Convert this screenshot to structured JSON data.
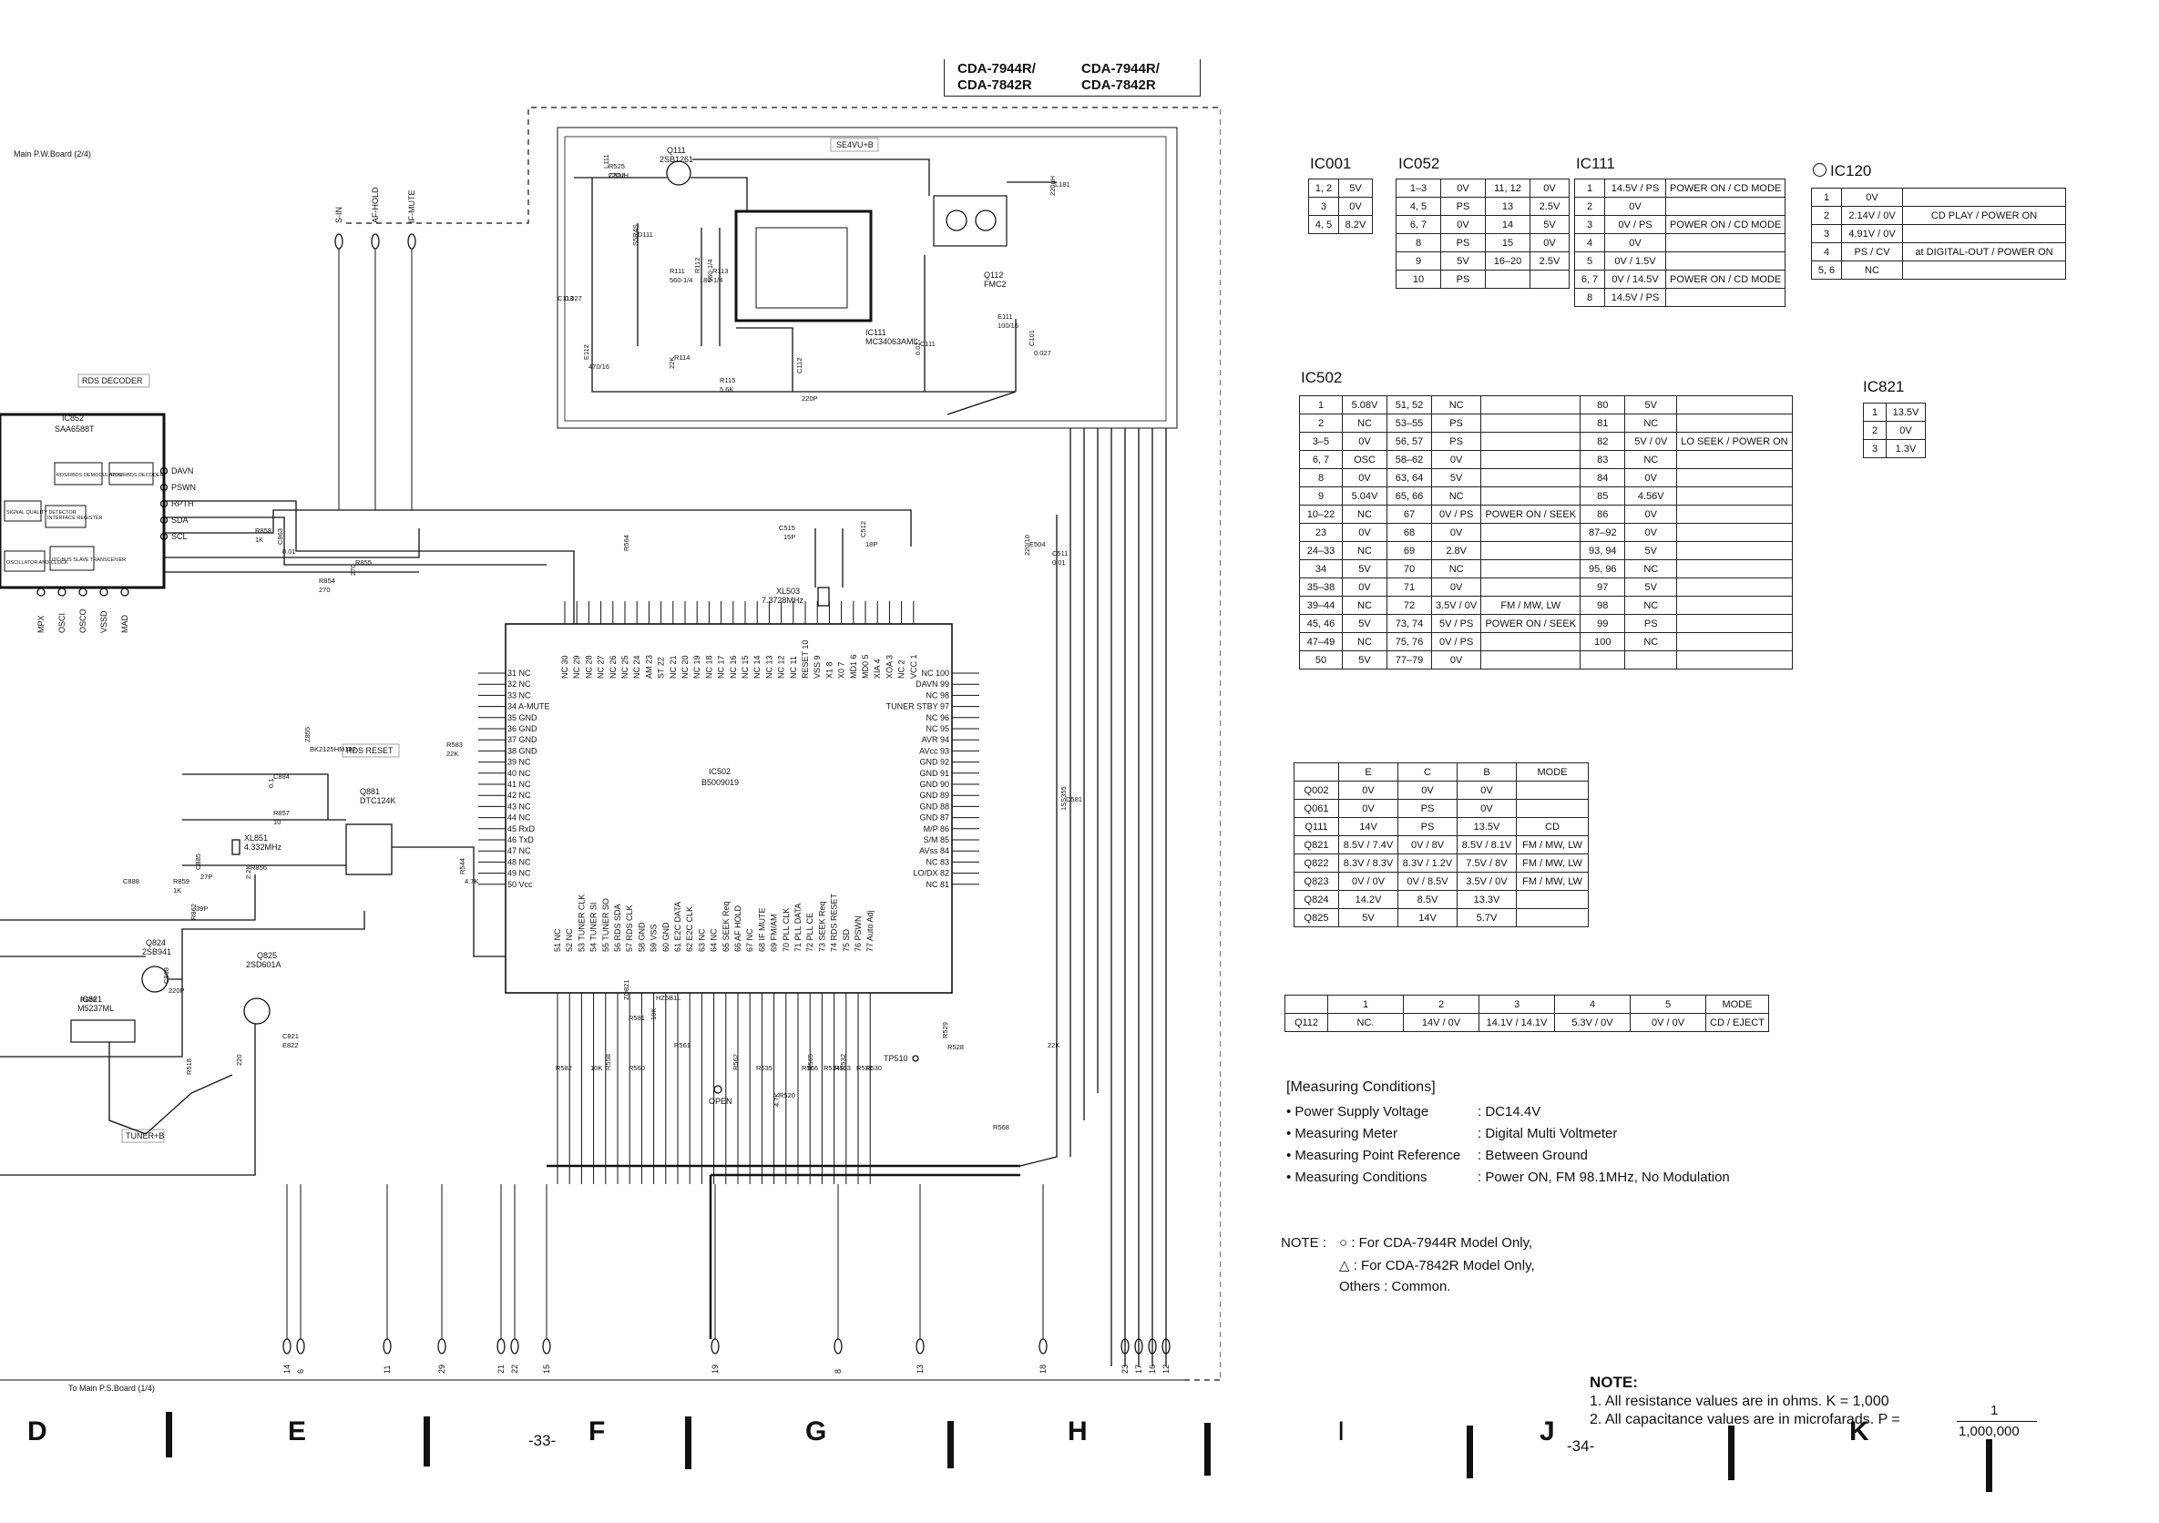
{
  "header": {
    "model_col1": [
      "CDA-7944R/",
      "CDA-7842R"
    ],
    "model_col2": [
      "CDA-7944R/",
      "CDA-7842R"
    ]
  },
  "schematic": {
    "main_board_label": "Main P.W.Board (2/4)",
    "bottom_board_label": "To Main P.S.Board (1/4)",
    "page_left": "-33-",
    "page_right": "-34-",
    "ic502_label": "IC502",
    "ic502_part": "B5009019",
    "ic852_label": "IC852",
    "ic852_part": "SAA6588T",
    "ic111_label": "IC111",
    "ic111_part": "MC34063AML",
    "ic821_label": "IC821",
    "ic821_part": "M5237ML",
    "rds_decoder": "RDS DECODER",
    "rds_reset": "RDS RESET",
    "sw_vu": "SE4VU+B",
    "tuner_b": "TUNER+B",
    "open": "OPEN",
    "tp510": "TP510",
    "q111": "Q111",
    "q111_part": "2SB1261",
    "q112": "Q112",
    "q112_part": "FMC2",
    "q824": "Q824",
    "q824_part": "2SB941",
    "q825": "Q825",
    "q825_part": "2SD601A",
    "q881": "Q881",
    "q881_part": "DTC124K",
    "xl503": "XL503",
    "xl503_freq": "7.3728MHz",
    "xl851": "XL851",
    "xl851_freq": "4.332MHz",
    "left_pins": [
      "31 NC",
      "32 NC",
      "33 NC",
      "34 A-MUTE",
      "35 GND",
      "36 GND",
      "37 GND",
      "38 GND",
      "39 NC",
      "40 NC",
      "41 NC",
      "42 NC",
      "43 NC",
      "44 NC",
      "45 RxD",
      "46 TxD",
      "47 NC",
      "48 NC",
      "49 NC",
      "50 Vcc"
    ],
    "right_pins": [
      "NC 100",
      "DAVN 99",
      "NC 98",
      "TUNER STBY 97",
      "NC 96",
      "NC 95",
      "AVR 94",
      "AVcc 93",
      "GND 92",
      "GND 91",
      "GND 90",
      "GND 89",
      "GND 88",
      "GND 87",
      "M/P 86",
      "S/M 85",
      "AVss 84",
      "NC 83",
      "LO/DX 82",
      "NC 81"
    ],
    "top_pins": [
      "NC 30",
      "NC 29",
      "NC 28",
      "NC 27",
      "NC 26",
      "NC 25",
      "NC 24",
      "AM 23",
      "ST 22",
      "NC 21",
      "NC 20",
      "NC 19",
      "NC 18",
      "NC 17",
      "NC 16",
      "NC 15",
      "NC 14",
      "NC 13",
      "NC 12",
      "NC 11",
      "RESET 10",
      "VSS 9",
      "X1 8",
      "X0 7",
      "MD1 6",
      "MD0 5",
      "XIA 4",
      "XOA 3",
      "NC 2",
      "VCC 1"
    ],
    "bottom_pins": [
      "51 NC",
      "52 NC",
      "53 TUNER CLK",
      "54 TUNER SI",
      "55 TUNER SO",
      "56 RDS SDA",
      "57 RDS CLK",
      "58 GND",
      "59 VSS",
      "60 GND",
      "61 E2C DATA",
      "62 E2C CLK",
      "63 NC",
      "64 NC",
      "65 SEEK Req",
      "66 AF HOLD",
      "67 NC",
      "68 IF MUTE",
      "69 FM/AM",
      "70 PLL CLK",
      "71 PLL DATA",
      "72 PLL CE",
      "73 SEEK Req",
      "74 RDS RESET",
      "75 SD",
      "76 PSWN",
      "77 Auto Adj"
    ],
    "bottom_connector_nums": [
      "14",
      "6",
      "11",
      "29",
      "21",
      "22",
      "15",
      "19",
      "8",
      "13",
      "18",
      "23",
      "17",
      "16",
      "12"
    ],
    "top_connector_nums": [
      "S-IN",
      "AF-HOLD",
      "IF-MUTE"
    ],
    "ic852_pins": [
      "DAVN",
      "PSWN",
      "RPTH",
      "SDA",
      "SCL"
    ],
    "ic852_blocks": [
      "SIGNAL QUALITY DETECTOR",
      "INTERFACE REGISTER",
      "OSCILLATOR AND CLOCK",
      "I2C-BUS SLAVE TRANSCEIVER",
      "RDS/RBDS DEMODULATOR",
      "RDS/RBDS DECODER"
    ],
    "ic852_bottom_labels": [
      "MPX",
      "OSCI",
      "OSCO",
      "VSSD",
      "MAD"
    ],
    "component_labels": [
      "L111",
      "220uH",
      "D111",
      "S5R4S",
      "R111",
      "560-1/4",
      "R112",
      "180-1/4",
      "R113",
      "560-1/4",
      "C113",
      "0.027",
      "E112",
      "470/16",
      "R114",
      "22K",
      "R115",
      "5.6K",
      "C112",
      "220P",
      "C111",
      "0.027",
      "E111",
      "100/16",
      "C101",
      "0.027",
      "L181",
      "220uH",
      "C515",
      "15P",
      "C512",
      "18P",
      "E504",
      "220/10",
      "C511",
      "0.01",
      "R564",
      "R583",
      "22K",
      "R544",
      "4.7K",
      "D581",
      "1SS355",
      "R858",
      "1K",
      "C863",
      "0.01",
      "R855",
      "270",
      "R854",
      "270",
      "Z855",
      "BK2125HM182",
      "C884",
      "0.1",
      "R857",
      "10",
      "C885",
      "27P",
      "R856",
      "2.2K",
      "C888",
      "39P",
      "R862",
      "R859",
      "1K",
      "C868",
      "220P",
      "R828",
      "220",
      "C821",
      "E822",
      "ZD821",
      "HZ5B1L",
      "R581",
      "10K",
      "R582",
      "10K",
      "R558",
      "R560",
      "R561",
      "R562",
      "R535",
      "R566",
      "R565",
      "R534",
      "R533",
      "R532",
      "R531",
      "R530",
      "R529",
      "R528",
      "R520",
      "4.7K",
      "R568",
      "22K",
      "R518",
      "R525",
      "C822"
    ]
  },
  "ic_tables": {
    "ic001": {
      "title": "IC001",
      "rows": [
        [
          "1, 2",
          "5V"
        ],
        [
          "3",
          "0V"
        ],
        [
          "4, 5",
          "8.2V"
        ]
      ]
    },
    "ic052": {
      "title": "IC052",
      "rows": [
        [
          "1–3",
          "0V",
          "11, 12",
          "0V"
        ],
        [
          "4, 5",
          "PS",
          "13",
          "2.5V"
        ],
        [
          "6, 7",
          "0V",
          "14",
          "5V"
        ],
        [
          "8",
          "PS",
          "15",
          "0V"
        ],
        [
          "9",
          "5V",
          "16–20",
          "2.5V"
        ],
        [
          "10",
          "PS",
          "",
          ""
        ]
      ]
    },
    "ic111": {
      "title": "IC111",
      "rows": [
        [
          "1",
          "14.5V / PS",
          "POWER ON / CD MODE"
        ],
        [
          "2",
          "0V",
          ""
        ],
        [
          "3",
          "0V / PS",
          "POWER ON / CD MODE"
        ],
        [
          "4",
          "0V",
          ""
        ],
        [
          "5",
          "0V / 1.5V",
          ""
        ],
        [
          "6, 7",
          "0V / 14.5V",
          "POWER ON / CD MODE"
        ],
        [
          "8",
          "14.5V / PS",
          ""
        ]
      ]
    },
    "ic120": {
      "title": "IC120",
      "rows": [
        [
          "1",
          "0V",
          ""
        ],
        [
          "2",
          "2.14V / 0V",
          "CD PLAY / POWER ON"
        ],
        [
          "3",
          "4.91V / 0V",
          ""
        ],
        [
          "4",
          "PS / CV",
          "at DIGITAL-OUT / POWER ON"
        ],
        [
          "5, 6",
          "NC",
          ""
        ]
      ]
    },
    "ic502": {
      "title": "IC502",
      "rows": [
        [
          "1",
          "5.08V",
          "51, 52",
          "NC",
          "",
          "80",
          "5V",
          ""
        ],
        [
          "2",
          "NC",
          "53–55",
          "PS",
          "",
          "81",
          "NC",
          ""
        ],
        [
          "3–5",
          "0V",
          "56, 57",
          "PS",
          "",
          "82",
          "5V / 0V",
          "LO SEEK / POWER ON"
        ],
        [
          "6, 7",
          "OSC",
          "58–62",
          "0V",
          "",
          "83",
          "NC",
          ""
        ],
        [
          "8",
          "0V",
          "63, 64",
          "5V",
          "",
          "84",
          "0V",
          ""
        ],
        [
          "9",
          "5.04V",
          "65, 66",
          "NC",
          "",
          "85",
          "4.56V",
          ""
        ],
        [
          "10–22",
          "NC",
          "67",
          "0V / PS",
          "POWER ON / SEEK",
          "86",
          "0V",
          ""
        ],
        [
          "23",
          "0V",
          "68",
          "0V",
          "",
          "87–92",
          "0V",
          ""
        ],
        [
          "24–33",
          "NC",
          "69",
          "2.8V",
          "",
          "93, 94",
          "5V",
          ""
        ],
        [
          "34",
          "5V",
          "70",
          "NC",
          "",
          "95, 96",
          "NC",
          ""
        ],
        [
          "35–38",
          "0V",
          "71",
          "0V",
          "",
          "97",
          "5V",
          ""
        ],
        [
          "39–44",
          "NC",
          "72",
          "3.5V / 0V",
          "FM / MW, LW",
          "98",
          "NC",
          ""
        ],
        [
          "45, 46",
          "5V",
          "73, 74",
          "5V / PS",
          "POWER ON / SEEK",
          "99",
          "PS",
          ""
        ],
        [
          "47–49",
          "NC",
          "75, 76",
          "0V / PS",
          "",
          "100",
          "NC",
          ""
        ],
        [
          "50",
          "5V",
          "77–79",
          "0V",
          "",
          "",
          "",
          ""
        ]
      ]
    },
    "ic821": {
      "title": "IC821",
      "rows": [
        [
          "1",
          "13.5V"
        ],
        [
          "2",
          "0V"
        ],
        [
          "3",
          "1.3V"
        ]
      ]
    },
    "transistors": {
      "header": [
        "",
        "E",
        "C",
        "B",
        "MODE"
      ],
      "rows": [
        [
          "Q002",
          "0V",
          "0V",
          "0V",
          ""
        ],
        [
          "Q061",
          "0V",
          "PS",
          "0V",
          ""
        ],
        [
          "Q111",
          "14V",
          "PS",
          "13.5V",
          "CD"
        ],
        [
          "Q821",
          "8.5V / 7.4V",
          "0V / 8V",
          "8.5V / 8.1V",
          "FM / MW, LW"
        ],
        [
          "Q822",
          "8.3V / 8.3V",
          "8.3V / 1.2V",
          "7.5V / 8V",
          "FM / MW, LW"
        ],
        [
          "Q823",
          "0V / 0V",
          "0V / 8.5V",
          "3.5V / 0V",
          "FM / MW, LW"
        ],
        [
          "Q824",
          "14.2V",
          "8.5V",
          "13.3V",
          ""
        ],
        [
          "Q825",
          "5V",
          "14V",
          "5.7V",
          ""
        ]
      ]
    },
    "q112": {
      "header": [
        "",
        "1",
        "2",
        "3",
        "4",
        "5",
        "MODE"
      ],
      "rows": [
        [
          "Q112",
          "NC.",
          "14V / 0V",
          "14.1V / 14.1V",
          "5.3V / 0V",
          "0V / 0V",
          "CD / EJECT"
        ]
      ]
    }
  },
  "measuring": {
    "title": "[Measuring Conditions]",
    "items": [
      {
        "label": "• Power Supply Voltage",
        "value": ": DC14.4V"
      },
      {
        "label": "• Measuring Meter",
        "value": ": Digital Multi Voltmeter"
      },
      {
        "label": "• Measuring Point Reference",
        "value": ": Between Ground"
      },
      {
        "label": "• Measuring Conditions",
        "value": ": Power ON, FM  98.1MHz, No Modulation"
      }
    ]
  },
  "note1": {
    "label": "NOTE :",
    "lines": [
      "○ : For CDA-7944R Model Only,",
      "△ : For CDA-7842R Model Only,",
      "Others : Common."
    ]
  },
  "note2": {
    "title": "NOTE:",
    "line1": "1.  All resistance values are in ohms.  K = 1,000",
    "line2": "2.  All capacitance values are in microfarads.  P =",
    "frac_num": "1",
    "frac_den": "1,000,000"
  },
  "grid_letters": [
    "D",
    "E",
    "F",
    "G",
    "H",
    "I",
    "J",
    "K"
  ]
}
